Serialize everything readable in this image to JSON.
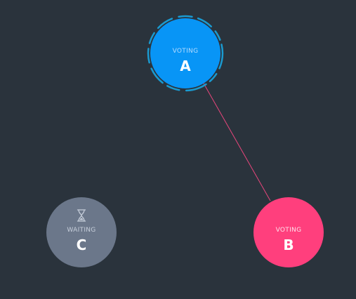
{
  "nodes": {
    "a": {
      "state": "VOTING",
      "name": "A",
      "color": "#0895f6",
      "icon": "election-timeout-ring"
    },
    "b": {
      "state": "VOTING",
      "name": "B",
      "color": "#ff3f7d"
    },
    "c": {
      "state": "WAITING",
      "name": "C",
      "color": "#6b778a",
      "icon": "hourglass-icon"
    }
  },
  "links": [
    {
      "from": "A",
      "to": "B",
      "color": "#e8467c"
    }
  ],
  "colors": {
    "background": "#2a333c",
    "ring": "#1a9ad0"
  }
}
